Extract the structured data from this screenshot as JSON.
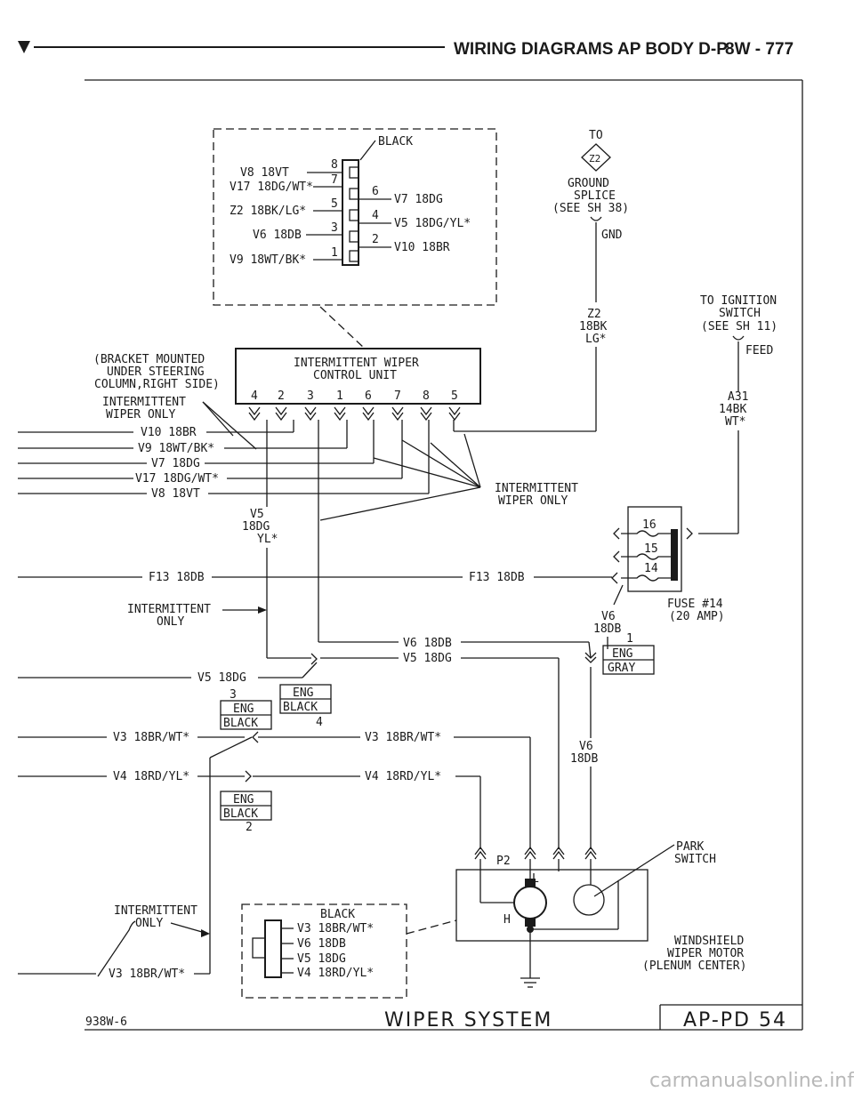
{
  "header": {
    "title": "WIRING DIAGRAMS AP BODY D-P",
    "page_ref": "8W - 777"
  },
  "connector_top": {
    "color": "BLACK",
    "left_wires": [
      "V8 18VT",
      "V17 18DG/WT*",
      "Z2 18BK/LG*",
      "V6 18DB",
      "V9 18WT/BK*"
    ],
    "left_pins": [
      "8",
      "7",
      "5",
      "3",
      "1"
    ],
    "right_wires": [
      "V7 18DG",
      "V5 18DG/YL*",
      "V10 18BR"
    ],
    "right_pins": [
      "6",
      "4",
      "2"
    ]
  },
  "ground": {
    "to": "TO",
    "symbol": "Z2",
    "line1": "GROUND",
    "line2": "SPLICE",
    "line3": "(SEE SH 38)",
    "gnd": "GND",
    "wire1": "Z2",
    "wire2": "18BK",
    "wire3": "LG*"
  },
  "ignition": {
    "line1": "TO IGNITION",
    "line2": "SWITCH",
    "line3": "(SEE SH 11)",
    "feed": "FEED",
    "wire1": "A31",
    "wire2": "14BK",
    "wire3": "WT*"
  },
  "bracket_note": {
    "line1": "(BRACKET MOUNTED",
    "line2": "UNDER STEERING",
    "line3": "COLUMN,RIGHT SIDE)"
  },
  "control_unit": {
    "title1": "INTERMITTENT WIPER",
    "title2": "CONTROL UNIT",
    "pins": [
      "4",
      "2",
      "3",
      "1",
      "6",
      "7",
      "8",
      "5"
    ]
  },
  "intermittent_left": {
    "line1": "INTERMITTENT",
    "line2": "WIPER ONLY"
  },
  "intermittent_right": {
    "line1": "INTERMITTENT",
    "line2": "WIPER ONLY"
  },
  "left_wires": [
    "V10 18BR",
    "V9 18WT/BK*",
    "V7 18DG",
    "V17 18DG/WT*",
    "V8 18VT"
  ],
  "v5_vert": {
    "line1": "V5",
    "line2": "18DG",
    "line3": "YL*"
  },
  "f13_left": "F13 18DB",
  "f13_right": "F13 18DB",
  "fuse": {
    "pins": [
      "16",
      "15",
      "14"
    ],
    "label1": "FUSE #14",
    "label2": "(20 AMP)"
  },
  "v6_fuse": {
    "line1": "V6",
    "line2": "18DB"
  },
  "eng_gray": {
    "pin": "1",
    "line1": "ENG",
    "line2": "GRAY"
  },
  "intermittent_only": {
    "line1": "INTERMITTENT",
    "line2": "ONLY"
  },
  "mid_wires": {
    "v6": "V6 18DB",
    "v5": "V5 18DG",
    "v5_left": "V5 18DG",
    "v3_left": "V3 18BR/WT*",
    "v3_right": "V3 18BR/WT*",
    "v4_left": "V4 18RD/YL*",
    "v4_right": "V4 18RD/YL*"
  },
  "eng_black_a": {
    "pin": "3",
    "line1": "ENG",
    "line2": "BLACK"
  },
  "eng_black_b": {
    "pin": "4",
    "line1": "ENG",
    "line2": "BLACK"
  },
  "eng_black_c": {
    "pin": "2",
    "line1": "ENG",
    "line2": "BLACK"
  },
  "v6_lower": {
    "line1": "V6",
    "line2": "18DB"
  },
  "park_switch": {
    "line1": "PARK",
    "line2": "SWITCH"
  },
  "motor": {
    "p2": "P2",
    "low": "L",
    "high": "H",
    "line1": "WINDSHIELD",
    "line2": "WIPER MOTOR",
    "line3": "(PLENUM CENTER)"
  },
  "connector_bottom": {
    "color": "BLACK",
    "wires": [
      "V3 18BR/WT*",
      "V6 18DB",
      "V5 18DG",
      "V4 18RD/YL*"
    ]
  },
  "intermittent_bottom": {
    "line1": "INTERMITTENT",
    "line2": "ONLY"
  },
  "v3_bottom": "V3 18BR/WT*",
  "footer": {
    "code": "938W-6",
    "title": "WIPER SYSTEM",
    "page": "AP-PD 54"
  },
  "watermark": "carmanualsonline.info"
}
